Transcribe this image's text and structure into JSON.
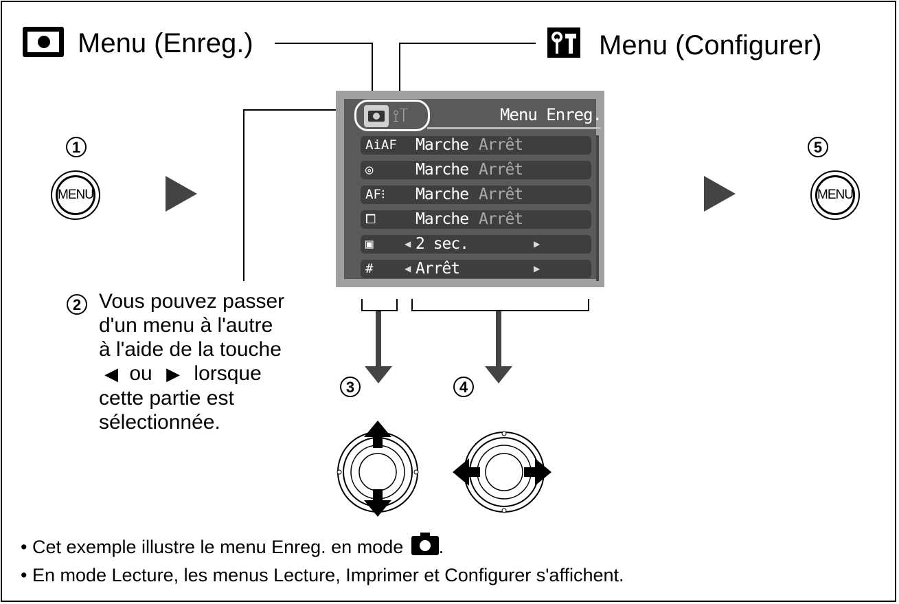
{
  "labels": {
    "rec_menu": "Menu (Enreg.)",
    "setup_menu": "Menu (Configurer)"
  },
  "icons": {
    "rec_menu_icon": "camera-icon",
    "setup_menu_icon": "wrench-hammer-icon",
    "menu_button": "menu-button-icon",
    "play_arrow": "right-triangle-icon",
    "controller": "four-way-controller-icon"
  },
  "steps": {
    "s1": "1",
    "s2": "2",
    "s3": "3",
    "s4": "4",
    "s5": "5"
  },
  "menu_button_label": "MENU",
  "lcd": {
    "title": "Menu Enreg.",
    "rows": [
      {
        "icon": "AiAF",
        "value": "Marche",
        "option": "Arrêt"
      },
      {
        "icon": "◎",
        "value": "Marche",
        "option": "Arrêt"
      },
      {
        "icon": "AF⁝",
        "value": "Marche",
        "option": "Arrêt"
      },
      {
        "icon": "⧠",
        "value": "Marche",
        "option": "Arrêt"
      },
      {
        "icon": "▣",
        "value": "2 sec."
      },
      {
        "icon": "#",
        "value": "Arrêt"
      }
    ]
  },
  "step2_text": {
    "line1": "Vous pouvez passer",
    "line2": "d'un menu à l'autre",
    "line3": "à l'aide de la touche",
    "line4_or": "ou",
    "line4_end": "lorsque",
    "line5": "cette partie est",
    "line6": "sélectionnée."
  },
  "footnotes": {
    "note1": "• Cet exemple illustre le menu Enreg. en mode",
    "note1_end": ".",
    "note2": "• En mode Lecture, les menus Lecture, Imprimer et Configurer s'affichent."
  },
  "colors": {
    "lcd_bg": "#5a5a5a",
    "lcd_row": "#3e3e3e",
    "arrow_gray": "#444444"
  }
}
